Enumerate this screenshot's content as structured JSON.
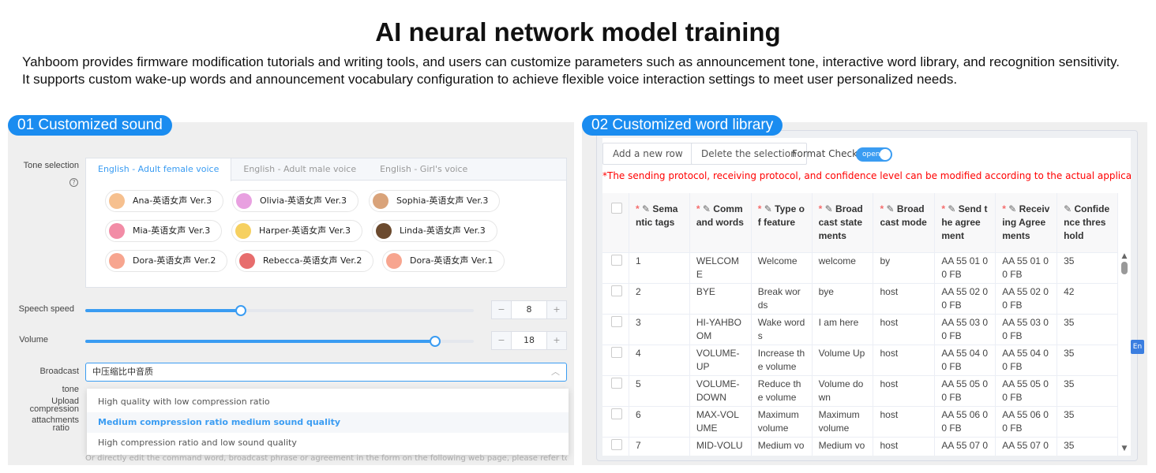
{
  "title": "AI neural network model training",
  "intro": "Yahboom provides firmware modification tutorials and writing tools, and users can customize parameters such as announcement tone, interactive word library, and recognition sensitivity. It supports custom wake-up words and announcement vocabulary configuration to achieve flexible voice interaction settings to meet user per­sonalized needs.",
  "left": {
    "badge": "01 Customized sound",
    "tone_label": "Tone selection",
    "tabs": [
      "English - Adult female voice",
      "English - Adult male voice",
      "English - Girl's voice"
    ],
    "voices": [
      "Ana-英语女声 Ver.3",
      "Olivia-英语女声 Ver.3",
      "Sophia-英语女声 Ver.3",
      "Mia-英语女声 Ver.3",
      "Harper-英语女声 Ver.3",
      "Linda-英语女声 Ver.3",
      "Dora-英语女声 Ver.2",
      "Rebecca-英语女声 Ver.2",
      "Dora-英语女声 Ver.1"
    ],
    "speed_label": "Speech speed",
    "speed_value": "8",
    "volume_label": "Volume",
    "volume_value": "18",
    "speed_fraction": 0.4,
    "volume_fraction": 0.9,
    "broadcast_label": "Broadcast",
    "tone_word": "tone",
    "upload_label": "Upload compression",
    "attach_label": "attachments",
    "ratio_label": "ratio",
    "broadcast_value": "中压缩比中音质",
    "options": [
      "High quality with low compression ratio",
      "Medium compression ratio medium sound quality",
      "High compression ratio and low sound quality"
    ],
    "footer": "Or directly edit the command word, broadcast phrase or agreement in the form on the following web page, please refer to the",
    "minus": "−",
    "plus": "+"
  },
  "right": {
    "badge": "02 Customized word library",
    "add_row": "Add a new row",
    "delete_sel": "Delete the selection",
    "format_check": "Format Check:",
    "toggle": "open",
    "note": "*The sending protocol, receiving protocol, and confidence level can be modified according to the actual application",
    "headers": [
      "Semantic tags",
      "Command words",
      "Type of feature",
      "Broadcast statements",
      "Broadcast mode",
      "Send the agreement",
      "Receiving Agreements",
      "Confidence threshold"
    ],
    "rows": [
      [
        "1",
        "WELCOME",
        "Welcome",
        "welcome",
        "by",
        "AA 55 01 00 FB",
        "AA 55 01 00 FB",
        "35"
      ],
      [
        "2",
        "BYE",
        "Break words",
        "bye",
        "host",
        "AA 55 02 00 FB",
        "AA 55 02 00 FB",
        "42"
      ],
      [
        "3",
        "HI-YAHBOOM",
        "Wake words",
        "I am here",
        "host",
        "AA 55 03 00 FB",
        "AA 55 03 00 FB",
        "35"
      ],
      [
        "4",
        "VOLUME-UP",
        "Increase the volume",
        "Volume Up",
        "host",
        "AA 55 04 00 FB",
        "AA 55 04 00 FB",
        "35"
      ],
      [
        "5",
        "VOLUME-DOWN",
        "Reduce the volume",
        "Volume down",
        "host",
        "AA 55 05 00 FB",
        "AA 55 05 00 FB",
        "35"
      ],
      [
        "6",
        "MAX-VOLUME",
        "Maximum volume",
        "Maximum volume",
        "host",
        "AA 55 06 00 FB",
        "AA 55 06 00 FB",
        "35"
      ],
      [
        "7",
        "MID-VOLU",
        "Medium vo",
        "Medium vo",
        "host",
        "AA 55 07 0",
        "AA 55 07 0",
        "35"
      ]
    ],
    "translate_icon": "En"
  },
  "colors": {
    "accent": "#1a8cf0",
    "link": "#3a9cf2",
    "note": "#ff0000"
  }
}
